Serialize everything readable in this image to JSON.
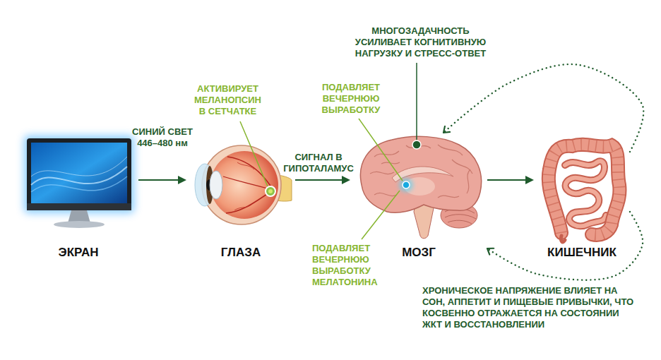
{
  "diagram": {
    "nodes": [
      {
        "text": [
          "ЭКРАН"
        ]
      },
      {
        "text": [
          "ГЛАЗА"
        ]
      },
      {
        "text": [
          "МОЗГ"
        ]
      },
      {
        "text": [
          "КИШЕЧНИК"
        ]
      }
    ],
    "edges": [
      {
        "from": 0,
        "to": 1,
        "arrow": "to",
        "label": "СИНИЙ СВЕТ 446–480 нм"
      },
      {
        "from": 1,
        "to": 2,
        "arrow": "to",
        "label": "СИГНАЛ В ГИПОТАЛАМУС"
      },
      {
        "from": 2,
        "to": 3,
        "arrow": "to"
      },
      {
        "from": 3,
        "to": 2,
        "arrow": "to"
      },
      {
        "from": 3,
        "to": 2,
        "arrow": "to"
      }
    ],
    "labels": [
      "МНОГОЗАДАЧНОСТЬ УСИЛИВАЕТ КОГНИТИВНУЮ НАГРУЗКУ И СТРЕСС-ОТВЕТ",
      "АКТИВИРУЕТ МЕЛАНОПСИН В СЕТЧАТКЕ",
      "ПОДАВЛЯЕТ ВЕЧЕРНЮЮ ВЫРАБОТКУ",
      "ПОДАВЛЯЕТ ВЕЧЕРНЮЮ ВЫРАБОТКУ МЕЛАТОНИНА",
      "ХРОНИЧЕСКОЕ НАПРЯЖЕНИЕ ВЛИЯЕТ НА СОН, АППЕТИТ И ПИЩЕВЫЕ ПРИВЫЧКИ, ЧТО КОСВЕННО ОТРАЖАЕТСЯ НА СОСТОЯНИИ ЖКТ И ВОССТАНОВЛЕНИИ"
    ]
  }
}
